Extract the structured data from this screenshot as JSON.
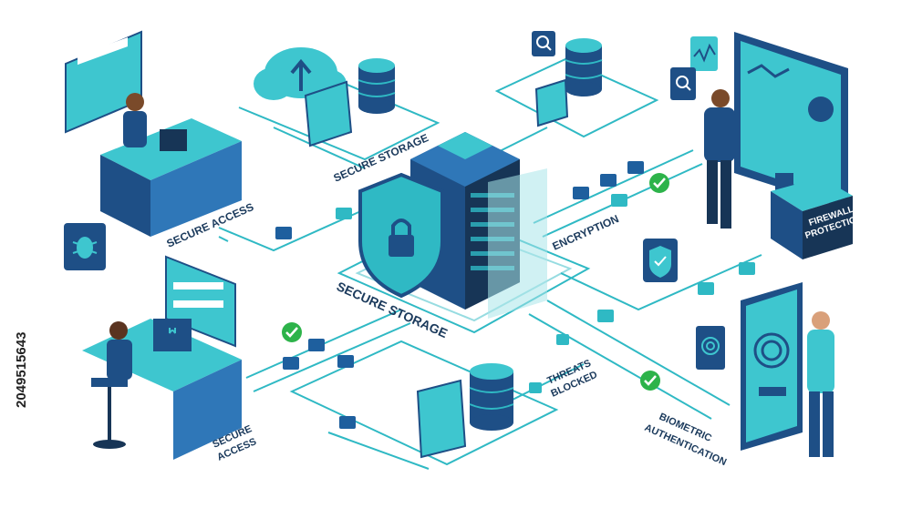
{
  "labels": {
    "secure_storage_top": "SECURE STORAGE",
    "secure_access_top": "SECURE ACCESS",
    "encryption": "ENCRYPTION",
    "firewall_line1": "FIREWALL",
    "firewall_line2": "PROTECTION",
    "secure_storage_center": "SECURE STORAGE",
    "threats_line1": "THREATS",
    "threats_line2": "BLOCKED",
    "secure_access_bottom_line1": "SECURE",
    "secure_access_bottom_line2": "ACCESS",
    "biometric_line1": "BIOMETRIC",
    "biometric_line2": "AUTHENTICATION",
    "watermark_id": "2049515643"
  },
  "colors": {
    "line": "#2fb9c4",
    "dark_blue": "#1e4f86",
    "mid_blue": "#2f77b8",
    "teal": "#3ec6cf",
    "light_teal": "#a9e6ea",
    "check": "#2db34a",
    "navy": "#173556"
  },
  "icons": [
    "cloud-upload-icon",
    "database-icon",
    "folder-icon",
    "shield-lock-icon",
    "server-rack-icon",
    "check-icon",
    "bug-icon",
    "fingerprint-icon",
    "search-icon",
    "chart-icon",
    "padlock-icon"
  ]
}
